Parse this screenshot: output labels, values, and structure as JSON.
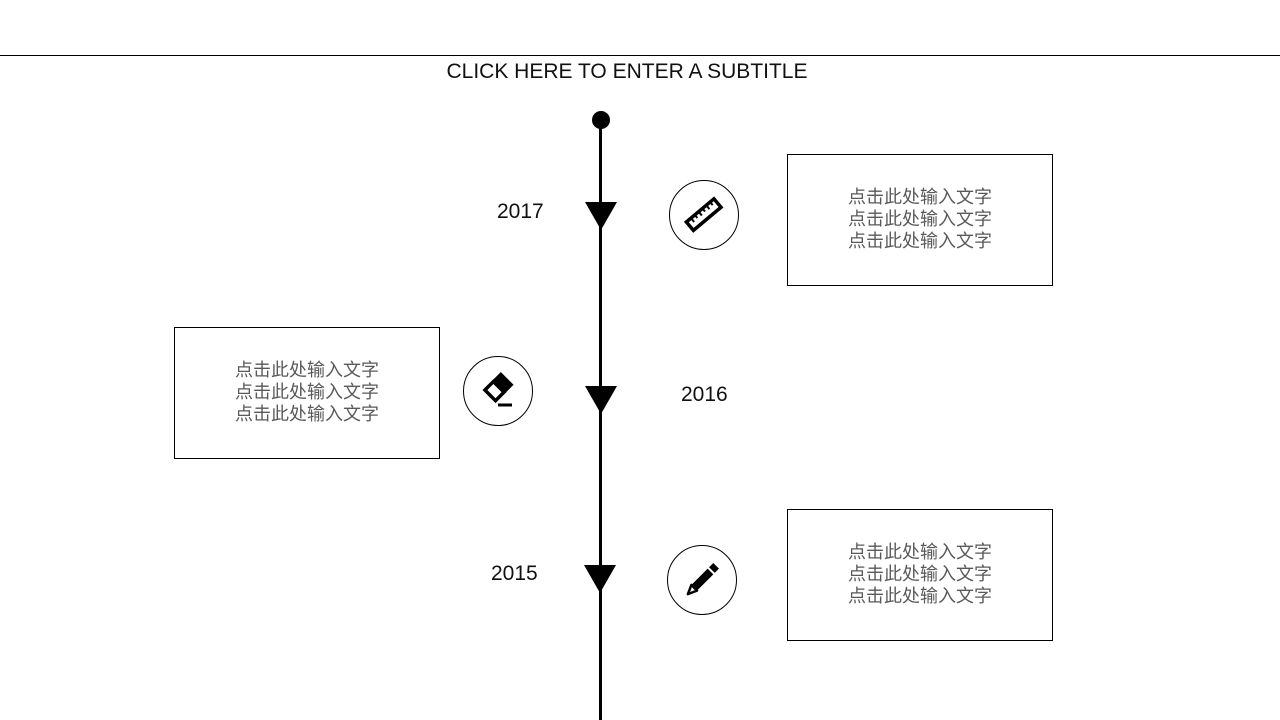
{
  "subtitle": "CLICK HERE TO ENTER A SUBTITLE",
  "events": [
    {
      "year": "2017",
      "icon": "ruler-icon",
      "lines": [
        "点击此处输入文字",
        "点击此处输入文字",
        "点击此处输入文字"
      ]
    },
    {
      "year": "2016",
      "icon": "eraser-icon",
      "lines": [
        "点击此处输入文字",
        "点击此处输入文字",
        "点击此处输入文字"
      ]
    },
    {
      "year": "2015",
      "icon": "pencil-icon",
      "lines": [
        "点击此处输入文字",
        "点击此处输入文字",
        "点击此处输入文字"
      ]
    }
  ]
}
